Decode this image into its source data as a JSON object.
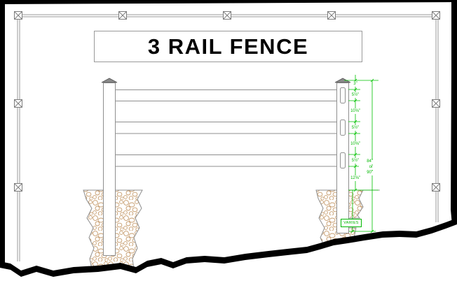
{
  "drawing": {
    "title": "3 RAIL FENCE",
    "dimensions": {
      "labels": [
        "3\"",
        "5½\"",
        "10⅝\"",
        "5½\"",
        "10⅝\"",
        "5½\"",
        "12⅝\""
      ],
      "overall": [
        "84\"",
        "or",
        "90\""
      ],
      "buried_depth": "VARIES"
    },
    "colors": {
      "dimension_green": "#00b800",
      "line_gray": "#8f8f8f",
      "gravel_tan": "#c69c6d",
      "torn_edge_black": "#000000"
    }
  }
}
